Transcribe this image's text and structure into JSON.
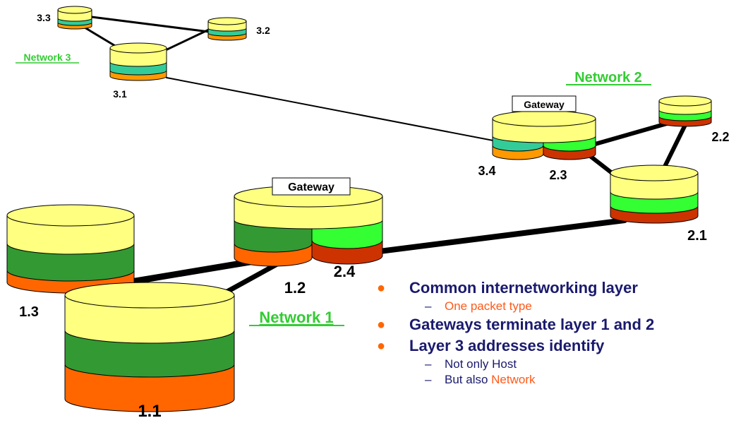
{
  "colors": {
    "top": "#ffff80",
    "layer_dark_green": "#339933",
    "layer_teal": "#33cc99",
    "layer_bright_green": "#33ff33",
    "layer_orange": "#ff6600",
    "layer_red": "#cc3300",
    "network_label": "#33cc33",
    "bullet_text": "#1a1a6e",
    "bullet_dot": "#ff6600",
    "sub_orange": "#ff5a1a"
  },
  "nodes": {
    "n11": "1.1",
    "n12": "1.2",
    "n13": "1.3",
    "n24": "2.4",
    "n21": "2.1",
    "n22": "2.2",
    "n23": "2.3",
    "n34": "3.4",
    "n31": "3.1",
    "n32": "3.2",
    "n33": "3.3"
  },
  "networks": {
    "net1": "Network 1",
    "net2": "Network 2",
    "net3": "Network 3"
  },
  "gateways": {
    "gw1": "Gateway",
    "gw2": "Gateway"
  },
  "bullets": {
    "b1": "Common internetworking layer",
    "b1_sub": "One packet type",
    "b2": "Gateways terminate layer 1 and 2",
    "b3": "Layer 3 addresses identify",
    "b3_sub1": "Not only Host",
    "b3_sub2_prefix": "But also ",
    "b3_sub2_highlight": "Network",
    "dash": "–"
  }
}
